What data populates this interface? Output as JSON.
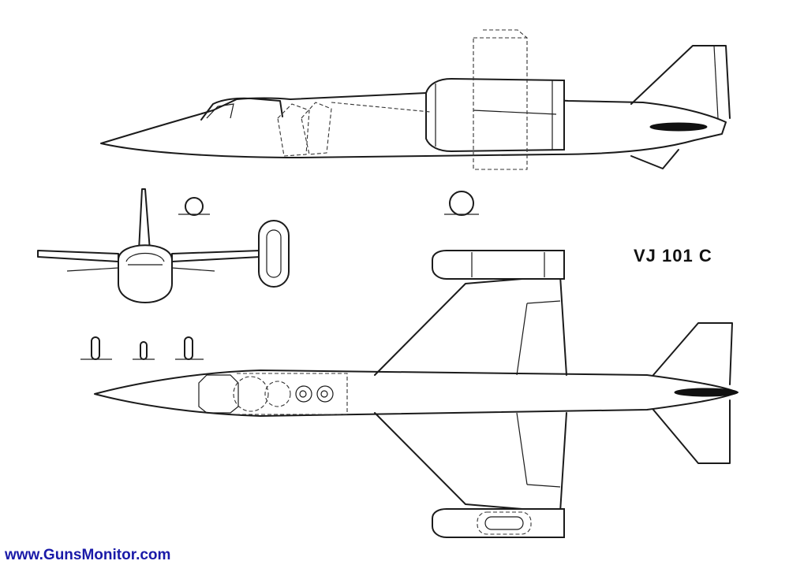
{
  "drawing": {
    "model_label": "VJ 101 C",
    "watermark": "www.GunsMonitor.com"
  },
  "views": [
    "side-view",
    "front-view",
    "top-view"
  ]
}
